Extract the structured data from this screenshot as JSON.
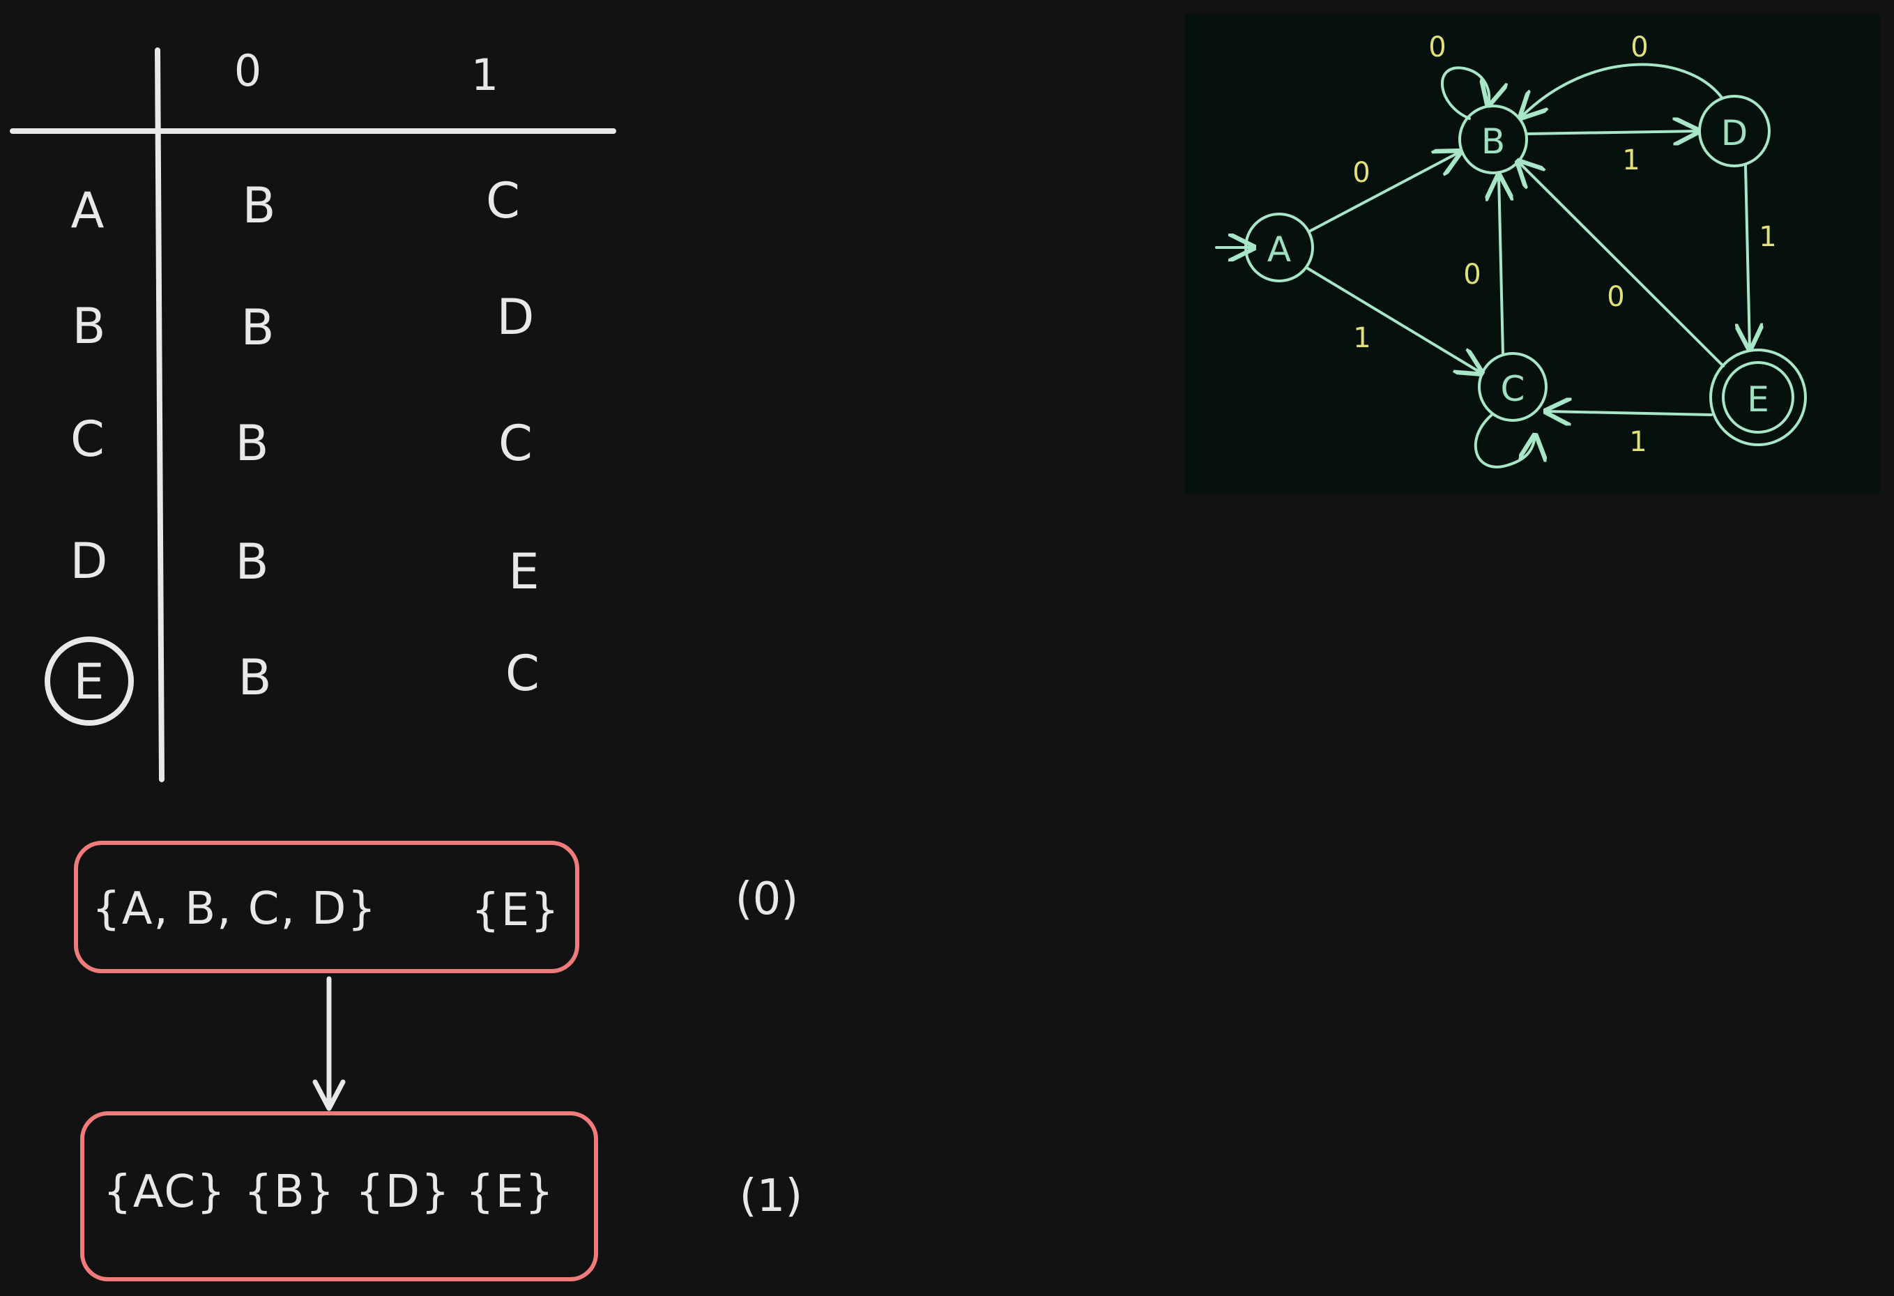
{
  "transition_table": {
    "column_headers": [
      "0",
      "1"
    ],
    "rows": [
      {
        "state": "A",
        "on_0": "B",
        "on_1": "C",
        "final": false
      },
      {
        "state": "B",
        "on_0": "B",
        "on_1": "D",
        "final": false
      },
      {
        "state": "C",
        "on_0": "B",
        "on_1": "C",
        "final": false
      },
      {
        "state": "D",
        "on_0": "B",
        "on_1": "E",
        "final": false
      },
      {
        "state": "E",
        "on_0": "B",
        "on_1": "C",
        "final": true
      }
    ]
  },
  "partitions": [
    {
      "step": "(0)",
      "groups": [
        "{A, B, C, D}",
        "{E}"
      ]
    },
    {
      "step": "(1)",
      "groups": [
        "{AC}",
        "{B}",
        "{D}",
        "{E}"
      ]
    }
  ],
  "dfa": {
    "states": [
      "A",
      "B",
      "C",
      "D",
      "E"
    ],
    "start": "A",
    "final": [
      "E"
    ],
    "transitions": [
      {
        "from": "A",
        "to": "B",
        "label": "0"
      },
      {
        "from": "A",
        "to": "C",
        "label": "1"
      },
      {
        "from": "B",
        "to": "B",
        "label": "0"
      },
      {
        "from": "B",
        "to": "D",
        "label": "1"
      },
      {
        "from": "C",
        "to": "B",
        "label": "0"
      },
      {
        "from": "C",
        "to": "C",
        "label": ""
      },
      {
        "from": "D",
        "to": "B",
        "label": "0"
      },
      {
        "from": "D",
        "to": "E",
        "label": "1"
      },
      {
        "from": "E",
        "to": "B",
        "label": "0"
      },
      {
        "from": "E",
        "to": "C",
        "label": "1"
      }
    ],
    "colors": {
      "panel": "#06100d",
      "stroke": "#a8e6c8",
      "label": "#e3e07a"
    }
  },
  "colors": {
    "background": "#121212",
    "ink": "#e8e8e8",
    "partition_border": "#f07b7b"
  }
}
